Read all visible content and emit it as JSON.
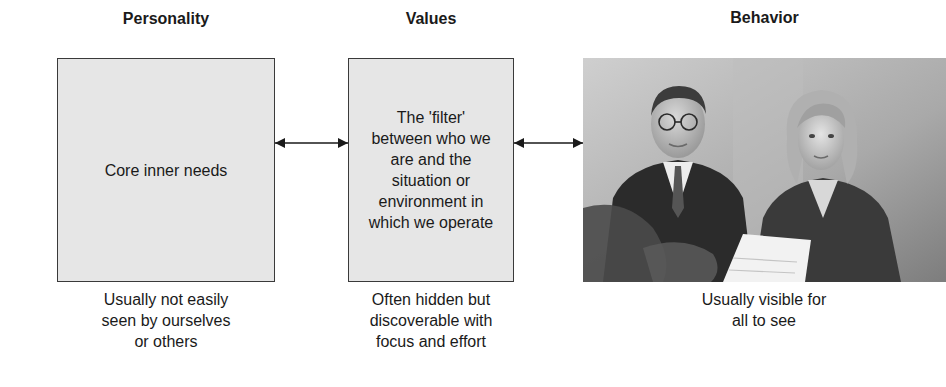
{
  "diagram": {
    "nodes": [
      {
        "text": [
          "Personality",
          "Core inner needs"
        ]
      },
      {
        "text": [
          "Values",
          "The 'filter' between who we are and the situation or environment in which we operate"
        ]
      },
      {
        "text": [
          "Behavior"
        ]
      }
    ],
    "edges": [
      {
        "from": 0,
        "to": 1,
        "arrow": "both"
      },
      {
        "from": 1,
        "to": 2,
        "arrow": "both"
      }
    ],
    "labels": [
      "Usually not easily seen by ourselves or others",
      "Often hidden but discoverable with focus and effort",
      "Usually visible for all to see"
    ]
  }
}
